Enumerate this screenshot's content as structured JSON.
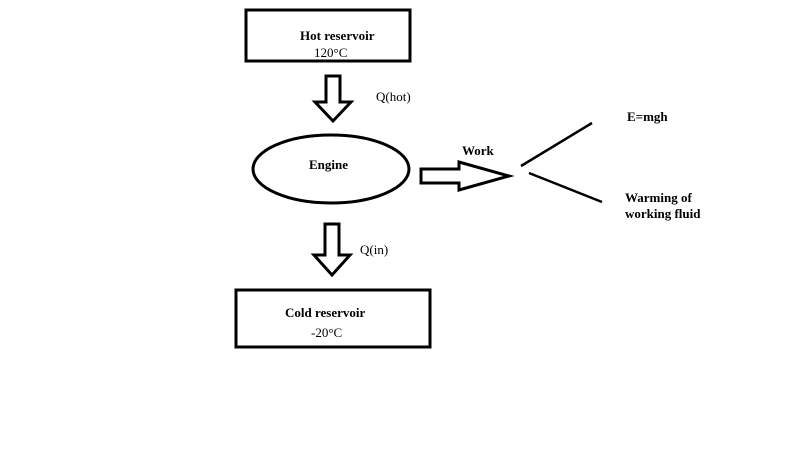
{
  "hot_reservoir": {
    "title": "Hot reservoir",
    "temperature": "120°C"
  },
  "q_hot": "Q(hot)",
  "engine": "Engine",
  "q_in": "Q(in)",
  "cold_reservoir": {
    "title": "Cold reservoir",
    "temperature": "-20°C"
  },
  "work": "Work",
  "outcome_energy": "E=mgh",
  "outcome_warming": {
    "line1": "Warming of",
    "line2": "working fluid"
  },
  "colors": {
    "stroke": "#000000",
    "background": "#ffffff"
  }
}
